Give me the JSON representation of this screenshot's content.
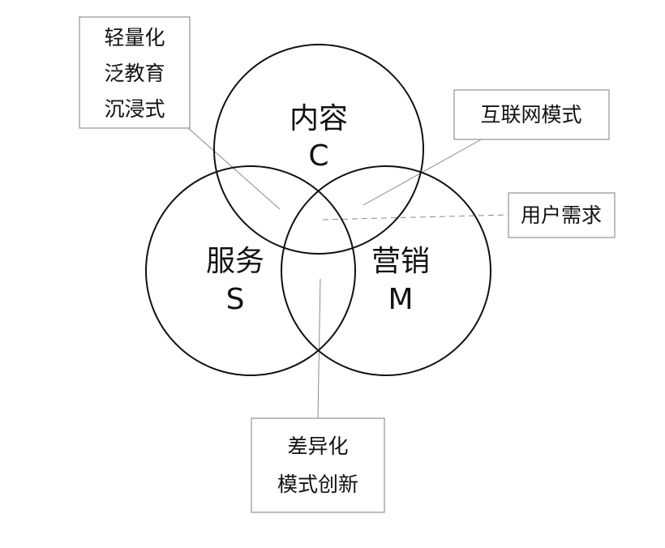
{
  "circles": {
    "content": {
      "name": "内容",
      "letter": "C"
    },
    "service": {
      "name": "服务",
      "letter": "S"
    },
    "marketing": {
      "name": "营销",
      "letter": "M"
    }
  },
  "callouts": {
    "top_left": {
      "lines": [
        "轻量化",
        "泛教育",
        "沉浸式"
      ]
    },
    "top_right": {
      "lines": [
        "互联网模式"
      ]
    },
    "right": {
      "lines": [
        "用户需求"
      ]
    },
    "bottom": {
      "lines": [
        "差异化",
        "模式创新"
      ]
    }
  },
  "colors": {
    "stroke": "#111111",
    "box_border": "#9a9a9a",
    "leader": "#8a8a8a"
  }
}
